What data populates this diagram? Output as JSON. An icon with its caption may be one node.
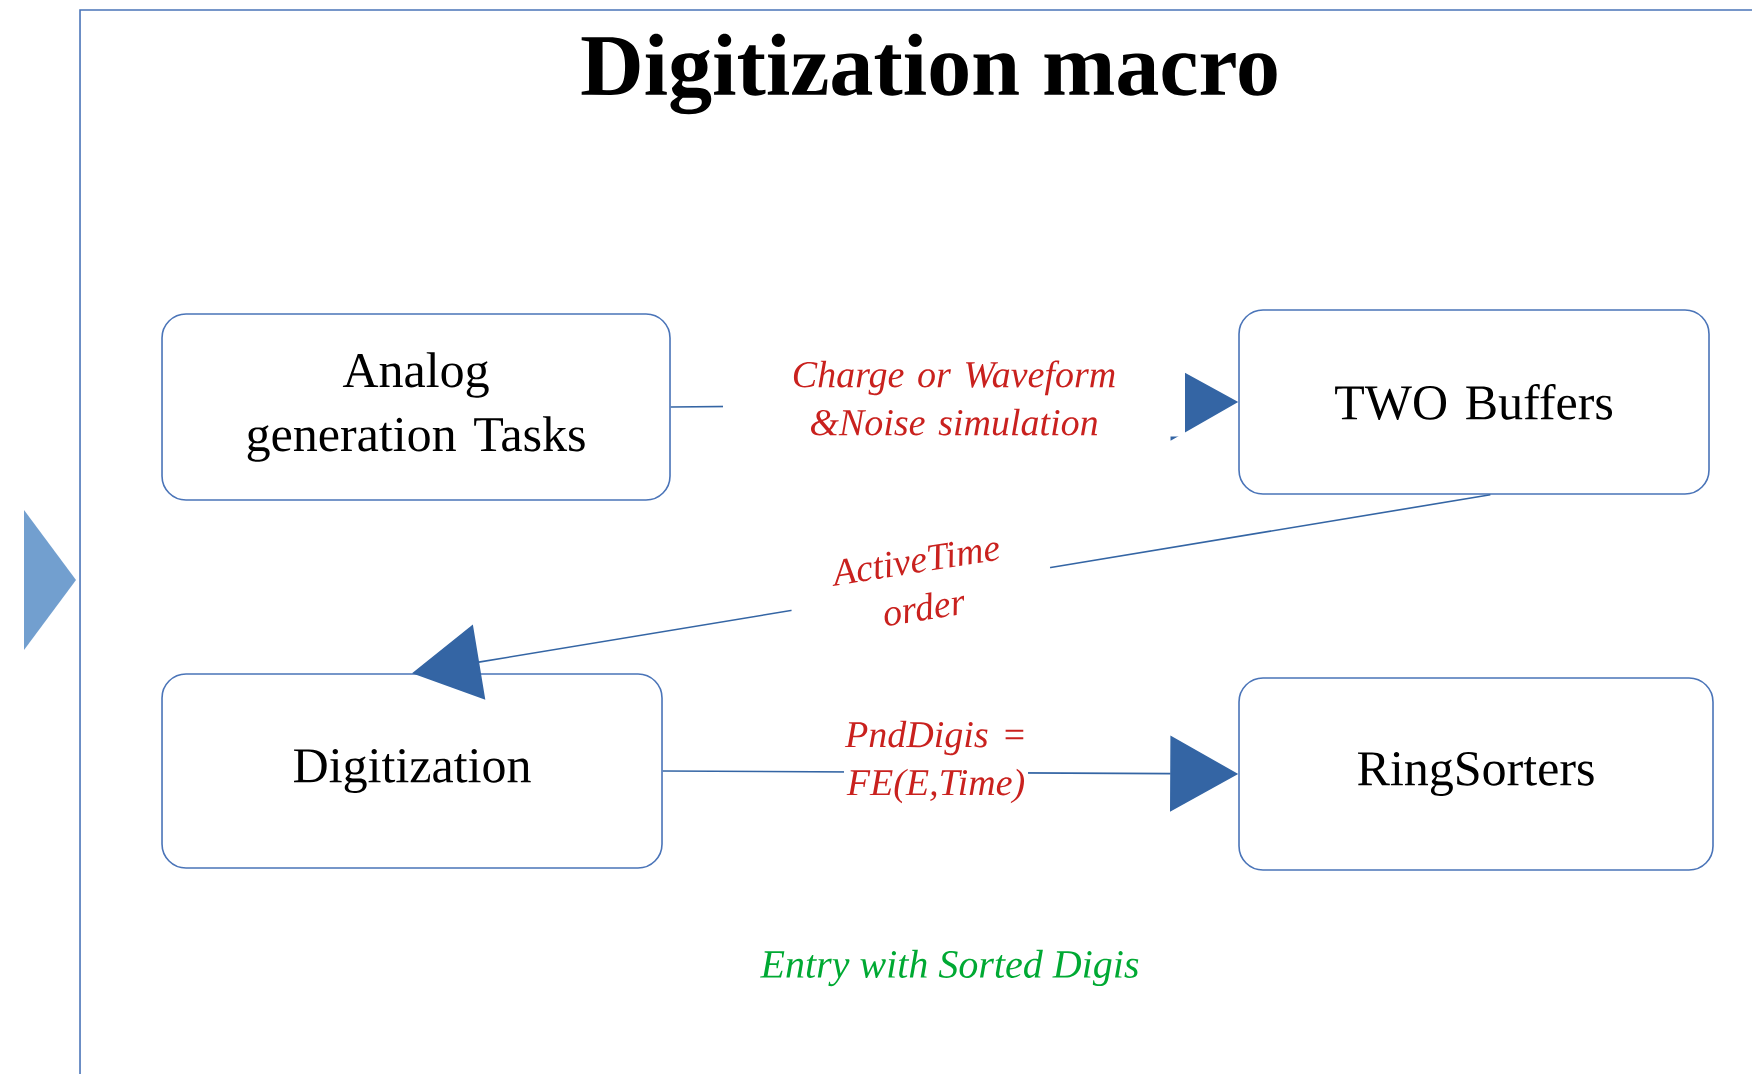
{
  "diagram": {
    "title": "Digitization macro",
    "nodes": [
      {
        "text": [
          "Analog generation Tasks"
        ]
      },
      {
        "text": [
          "TWO Buffers"
        ]
      },
      {
        "text": [
          "Digitization"
        ]
      },
      {
        "text": [
          "RingSorters"
        ]
      }
    ],
    "edges": [
      {
        "from": 0,
        "to": 1,
        "arrow": "to",
        "label": "Charge or Waveform &Noise simulation"
      },
      {
        "from": 1,
        "to": 2,
        "arrow": "to",
        "label": "ActiveTime order"
      },
      {
        "from": 2,
        "to": 3,
        "arrow": "to",
        "label": "PndDigis = FE(E,Time)"
      }
    ],
    "labels": [
      "Entry with Sorted Digis"
    ]
  }
}
